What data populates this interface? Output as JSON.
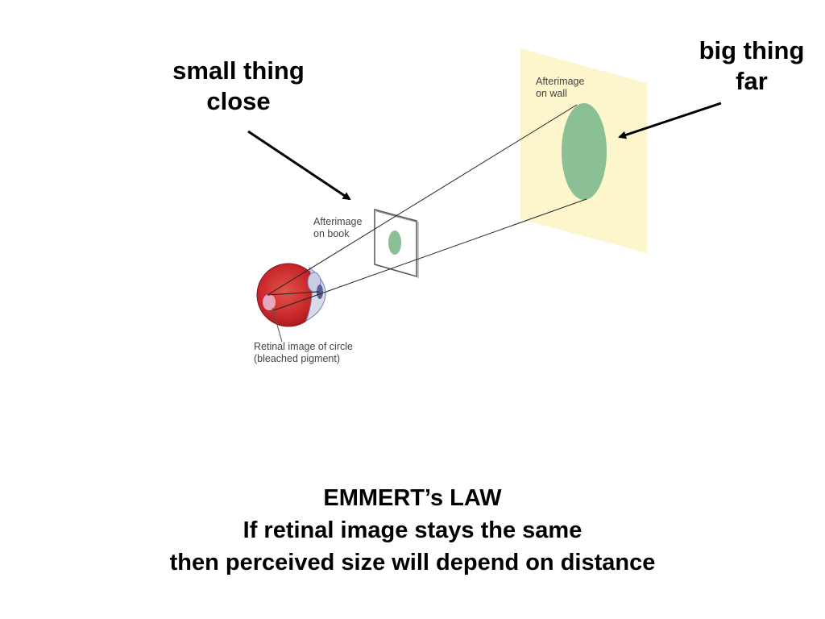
{
  "callouts": {
    "small": {
      "line1": "small thing",
      "line2": "close"
    },
    "big": {
      "line1": "big thing",
      "line2": "far"
    }
  },
  "labels": {
    "wall": {
      "line1": "Afterimage",
      "line2": "on wall"
    },
    "book": {
      "line1": "Afterimage",
      "line2": "on book"
    },
    "retina": {
      "line1": "Retinal image of circle",
      "line2": "(bleached pigment)"
    }
  },
  "footer": {
    "title": "EMMERT’s LAW",
    "line2": "If retinal image stays the same",
    "line3": "then perceived size will depend on distance"
  },
  "colors": {
    "wall": "#fdf5cc",
    "afterimage": "#8bbf94",
    "eye": "#c8262a",
    "arrow": "#000000"
  }
}
